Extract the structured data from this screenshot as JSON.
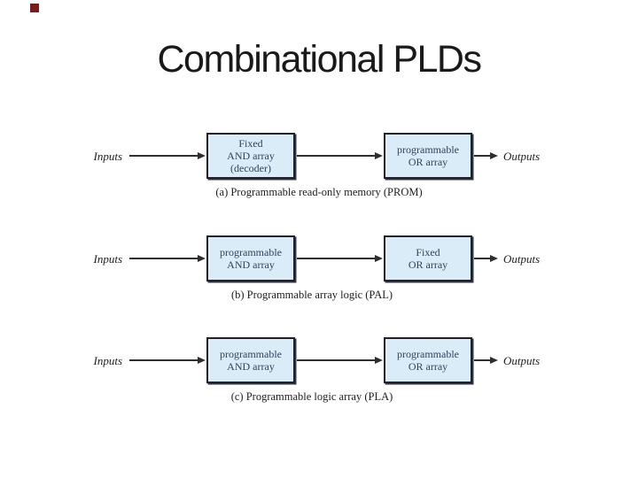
{
  "slide": {
    "title": "Combinational PLDs",
    "corner_marker_color": "#7a1c1c"
  },
  "figure": {
    "colors": {
      "box_fill": "#d9ecf8",
      "box_border": "#20222b",
      "box_text": "#32435a",
      "wire": "#2e2e2e",
      "label_text": "#1e1e22"
    },
    "diagrams": [
      {
        "input_label": "Inputs",
        "output_label": "Outputs",
        "left_box_lines": [
          "Fixed",
          "AND array",
          "(decoder)"
        ],
        "right_box_lines": [
          "programmable",
          "OR array"
        ],
        "caption": "(a) Programmable read-only memory (PROM)"
      },
      {
        "input_label": "Inputs",
        "output_label": "Outputs",
        "left_box_lines": [
          "programmable",
          "AND array"
        ],
        "right_box_lines": [
          "Fixed",
          "OR array"
        ],
        "caption": "(b) Programmable array logic (PAL)"
      },
      {
        "input_label": "Inputs",
        "output_label": "Outputs",
        "left_box_lines": [
          "programmable",
          "AND array"
        ],
        "right_box_lines": [
          "programmable",
          "OR array"
        ],
        "caption": "(c) Programmable logic array (PLA)"
      }
    ]
  }
}
